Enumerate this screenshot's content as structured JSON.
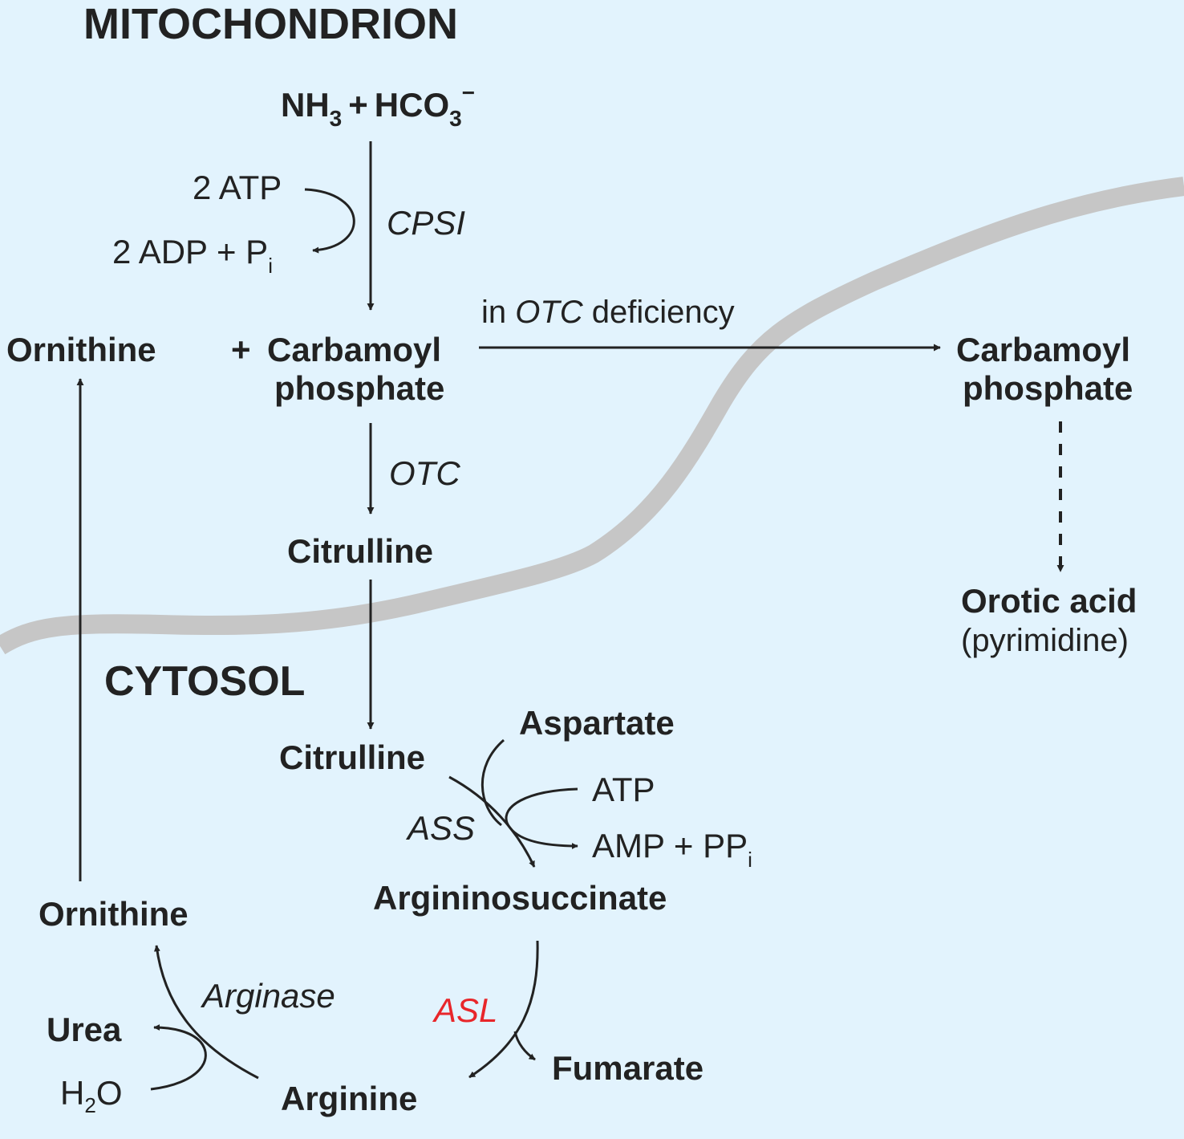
{
  "colors": {
    "background": "#e2f3fd",
    "membrane": "#c6c6c6",
    "text": "#222222",
    "highlight": "#e8262a"
  },
  "compartments": {
    "mitochondrion": "MITOCHONDRION",
    "cytosol": "CYTOSOL"
  },
  "substrates": {
    "nh3": "NH",
    "nh3_sub": "3",
    "plus": "+",
    "hco3": "HCO",
    "hco3_sub": "3",
    "hco3_sup": "−"
  },
  "cofactors": {
    "atp2": "2 ATP",
    "adp_pi": "2 ADP + P",
    "adp_pi_sub": "i",
    "atp": "ATP",
    "amp_ppi": "AMP + PP",
    "amp_ppi_sub": "i",
    "h2o_h": "H",
    "h2o_sub": "2",
    "h2o_o": "O"
  },
  "enzymes": {
    "cpsi": "CPSI",
    "otc": "OTC",
    "ass": "ASS",
    "asl": "ASL",
    "arginase": "Arginase"
  },
  "metabolites": {
    "ornithine_mito": "Ornithine",
    "plus_sign": "+",
    "carbamoyl": "Carbamoyl",
    "phosphate": "phosphate",
    "citrulline_mito": "Citrulline",
    "citrulline_cyto": "Citrulline",
    "aspartate": "Aspartate",
    "argininosuccinate": "Argininosuccinate",
    "fumarate": "Fumarate",
    "arginine": "Arginine",
    "urea": "Urea",
    "ornithine_cyto": "Ornithine",
    "carbamoyl_right": "Carbamoyl",
    "phosphate_right": "phosphate",
    "orotic_acid": "Orotic acid",
    "pyrimidine": "(pyrimidine)"
  },
  "deficiency": {
    "prefix": "in ",
    "enzyme": "OTC",
    "suffix": " deficiency"
  }
}
